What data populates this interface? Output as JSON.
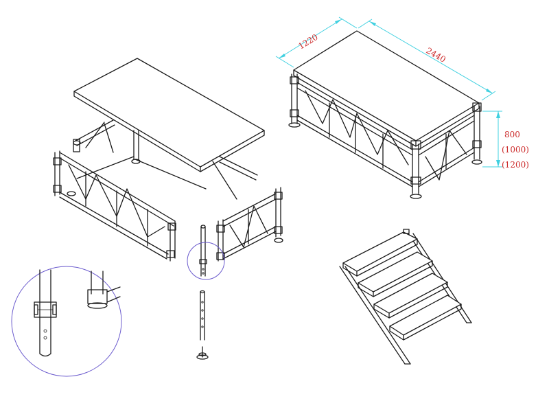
{
  "dimensions": {
    "width": "1220",
    "length": "2440",
    "height_options": [
      "800",
      "(1000)",
      "(1200)"
    ]
  },
  "colors": {
    "line": "#1a1a1a",
    "dimension_line": "#3fd0e0",
    "dimension_text": "#cc2b2b",
    "detail_circle": "#6a5acd"
  }
}
